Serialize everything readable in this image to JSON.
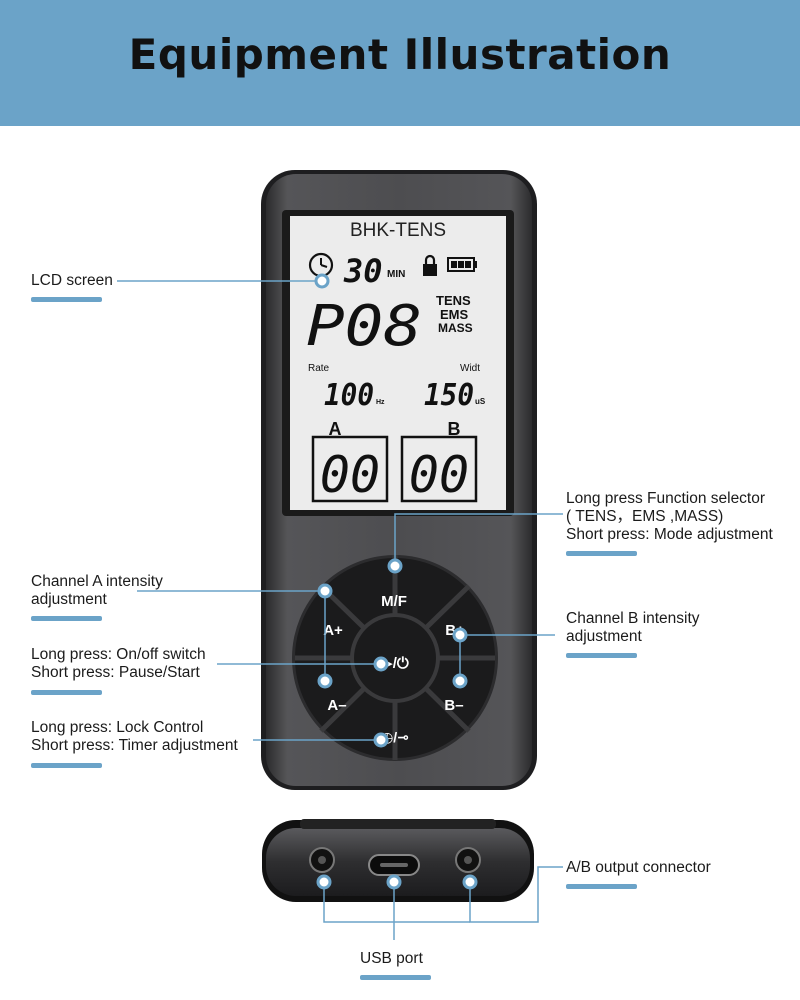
{
  "header": {
    "title": "Equipment Illustration"
  },
  "device": {
    "brand": "BHK-TENS",
    "lcd": {
      "timer": "30",
      "timer_unit": "MIN",
      "program": "P08",
      "modes": [
        "TENS",
        "EMS",
        "MASS"
      ],
      "rate_label": "Rate",
      "width_label": "Widt",
      "rate_value": "100",
      "rate_unit": "Hz",
      "width_value": "150",
      "width_unit": "uS",
      "channel_a_label": "A",
      "channel_b_label": "B",
      "channel_a_value": "00",
      "channel_b_value": "00"
    },
    "buttons": {
      "mode_function": "M/F",
      "a_plus": "A+",
      "a_minus": "A–",
      "b_plus": "B+",
      "b_minus": "B–",
      "power": "▶/⏻",
      "lock_timer": "◷/⊸"
    }
  },
  "callouts": {
    "lcd_screen": [
      "LCD screen"
    ],
    "function_selector": [
      "Long press Function selector",
      "( TENS，EMS ,MASS)",
      "Short press: Mode adjustment"
    ],
    "channel_a": [
      "Channel A intensity",
      "adjustment"
    ],
    "channel_b": [
      "Channel B intensity",
      "adjustment"
    ],
    "power": [
      "Long press: On/off switch",
      "Short press: Pause/Start"
    ],
    "lock": [
      "Long press: Lock Control",
      "Short press: Timer adjustment"
    ],
    "output_connector": [
      "A/B output connector"
    ],
    "usb_port": [
      "USB port"
    ]
  },
  "colors": {
    "banner": "#6ba3c8",
    "device_body": "#4a4a4c",
    "lcd": "#eeeeee",
    "accent": "#6ba3c8"
  }
}
